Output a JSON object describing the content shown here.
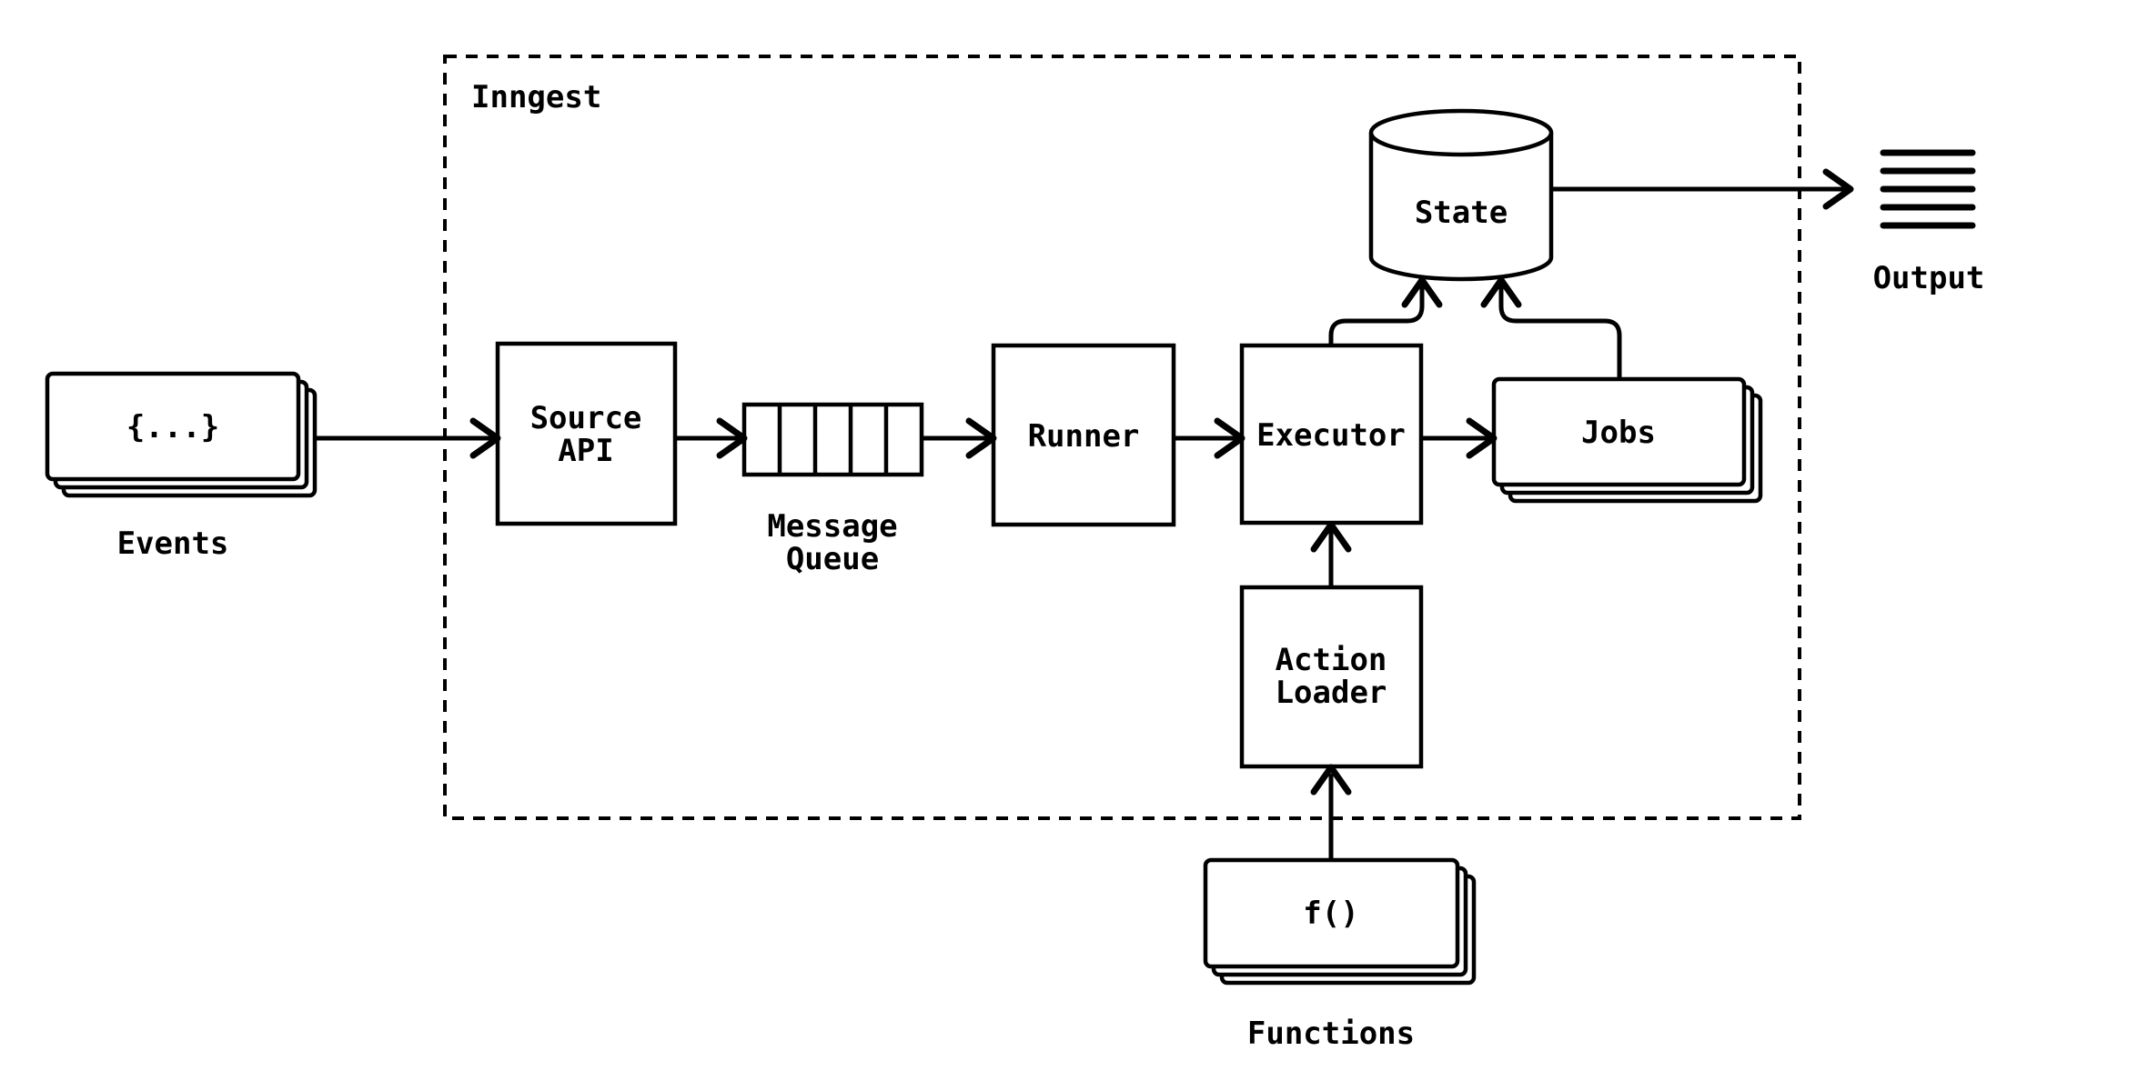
{
  "app": {
    "background_color": "#ffffff",
    "ink_color": "#000000"
  },
  "container": {
    "label": "Inngest"
  },
  "nodes": {
    "events": {
      "glyph": "{...}",
      "caption": "Events"
    },
    "source_api": {
      "line1": "Source",
      "line2": "API"
    },
    "message_queue": {
      "caption_line1": "Message",
      "caption_line2": "Queue"
    },
    "runner": {
      "label": "Runner"
    },
    "executor": {
      "label": "Executor"
    },
    "jobs": {
      "label": "Jobs"
    },
    "state": {
      "label": "State"
    },
    "action_loader": {
      "line1": "Action",
      "line2": "Loader"
    },
    "functions": {
      "glyph": "f()",
      "caption": "Functions"
    },
    "output": {
      "caption": "Output"
    }
  },
  "edges": [
    {
      "from": "events",
      "to": "source_api"
    },
    {
      "from": "source_api",
      "to": "message_queue"
    },
    {
      "from": "message_queue",
      "to": "runner"
    },
    {
      "from": "runner",
      "to": "executor"
    },
    {
      "from": "executor",
      "to": "jobs"
    },
    {
      "from": "executor",
      "to": "state"
    },
    {
      "from": "jobs",
      "to": "state"
    },
    {
      "from": "action_loader",
      "to": "executor"
    },
    {
      "from": "functions",
      "to": "action_loader"
    },
    {
      "from": "state",
      "to": "output"
    }
  ]
}
